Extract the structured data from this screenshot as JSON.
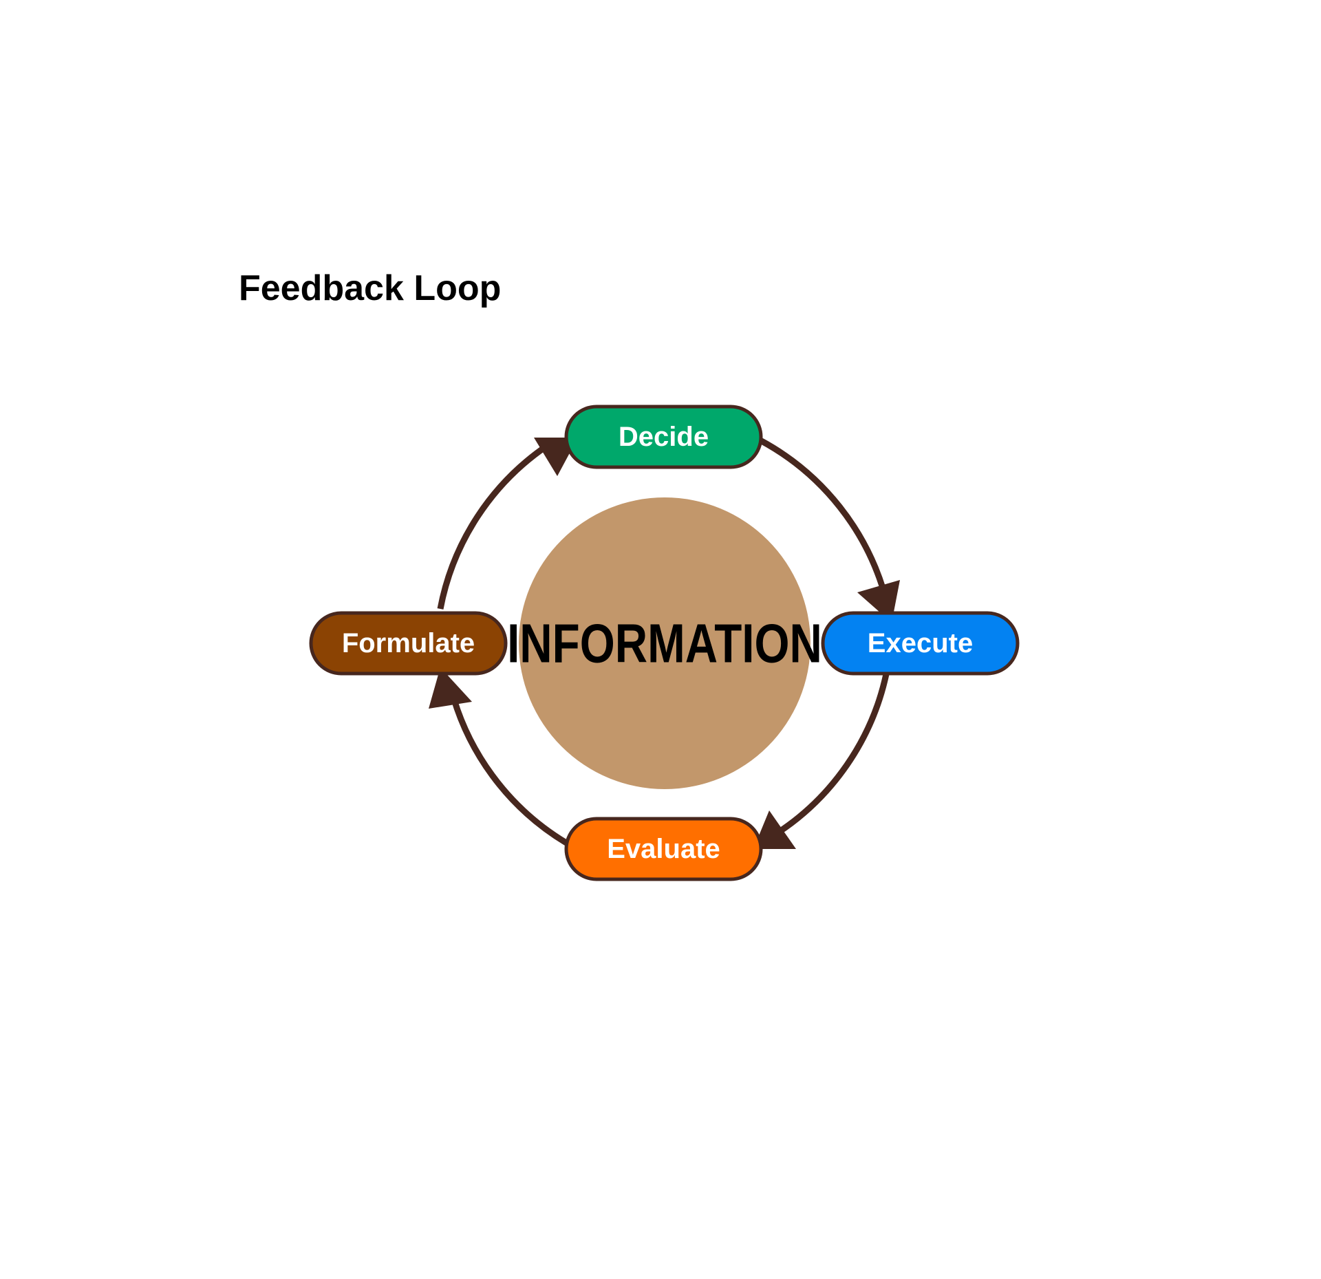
{
  "title": "Feedback Loop",
  "center": {
    "label": "INFORMATION",
    "color": "#C2976B"
  },
  "stroke_color": "#47271E",
  "nodes": [
    {
      "id": "decide",
      "label": "Decide",
      "color": "#00A86B"
    },
    {
      "id": "execute",
      "label": "Execute",
      "color": "#0382F2"
    },
    {
      "id": "evaluate",
      "label": "Evaluate",
      "color": "#FF6F00"
    },
    {
      "id": "formulate",
      "label": "Formulate",
      "color": "#8B4303"
    }
  ],
  "flow": [
    "Decide",
    "Execute",
    "Evaluate",
    "Formulate",
    "Decide"
  ]
}
